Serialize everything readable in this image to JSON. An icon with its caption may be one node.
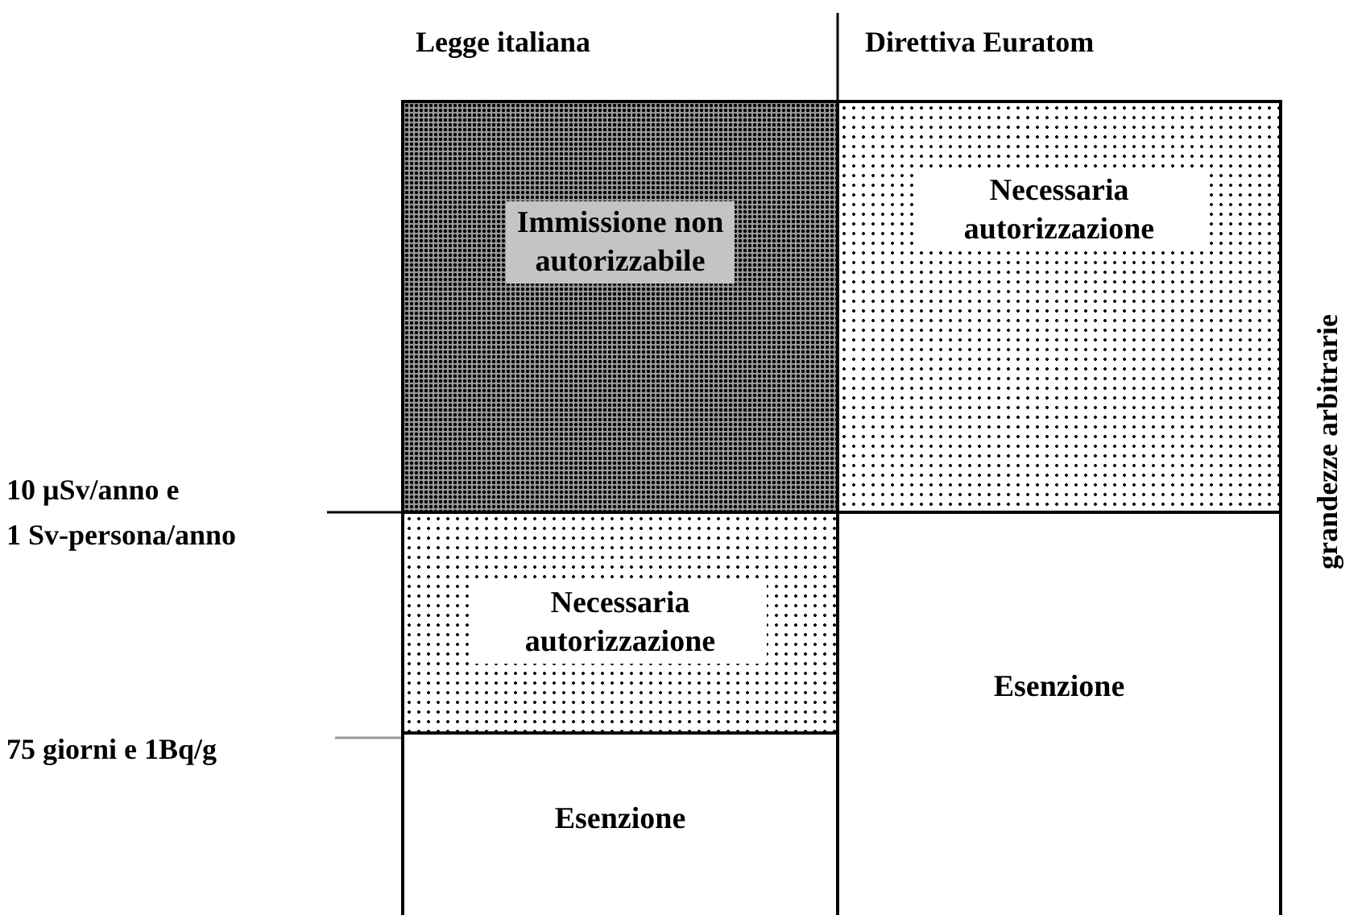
{
  "diagram": {
    "nodes": [
      {
        "text": [
          "Immissione non autorizzabile"
        ]
      },
      {
        "text": [
          "Necessaria autorizzazione"
        ]
      },
      {
        "text": [
          "Necessaria autorizzazione"
        ]
      },
      {
        "text": [
          "Esenzione"
        ]
      },
      {
        "text": [
          "Esenzione"
        ]
      }
    ],
    "labels": [
      "Legge italiana",
      "Direttiva Euratom",
      "10 μSv/anno e",
      "1 Sv-persona/anno",
      "75 giorni e 1Bq/g",
      "grandezze arbitrarie"
    ]
  }
}
